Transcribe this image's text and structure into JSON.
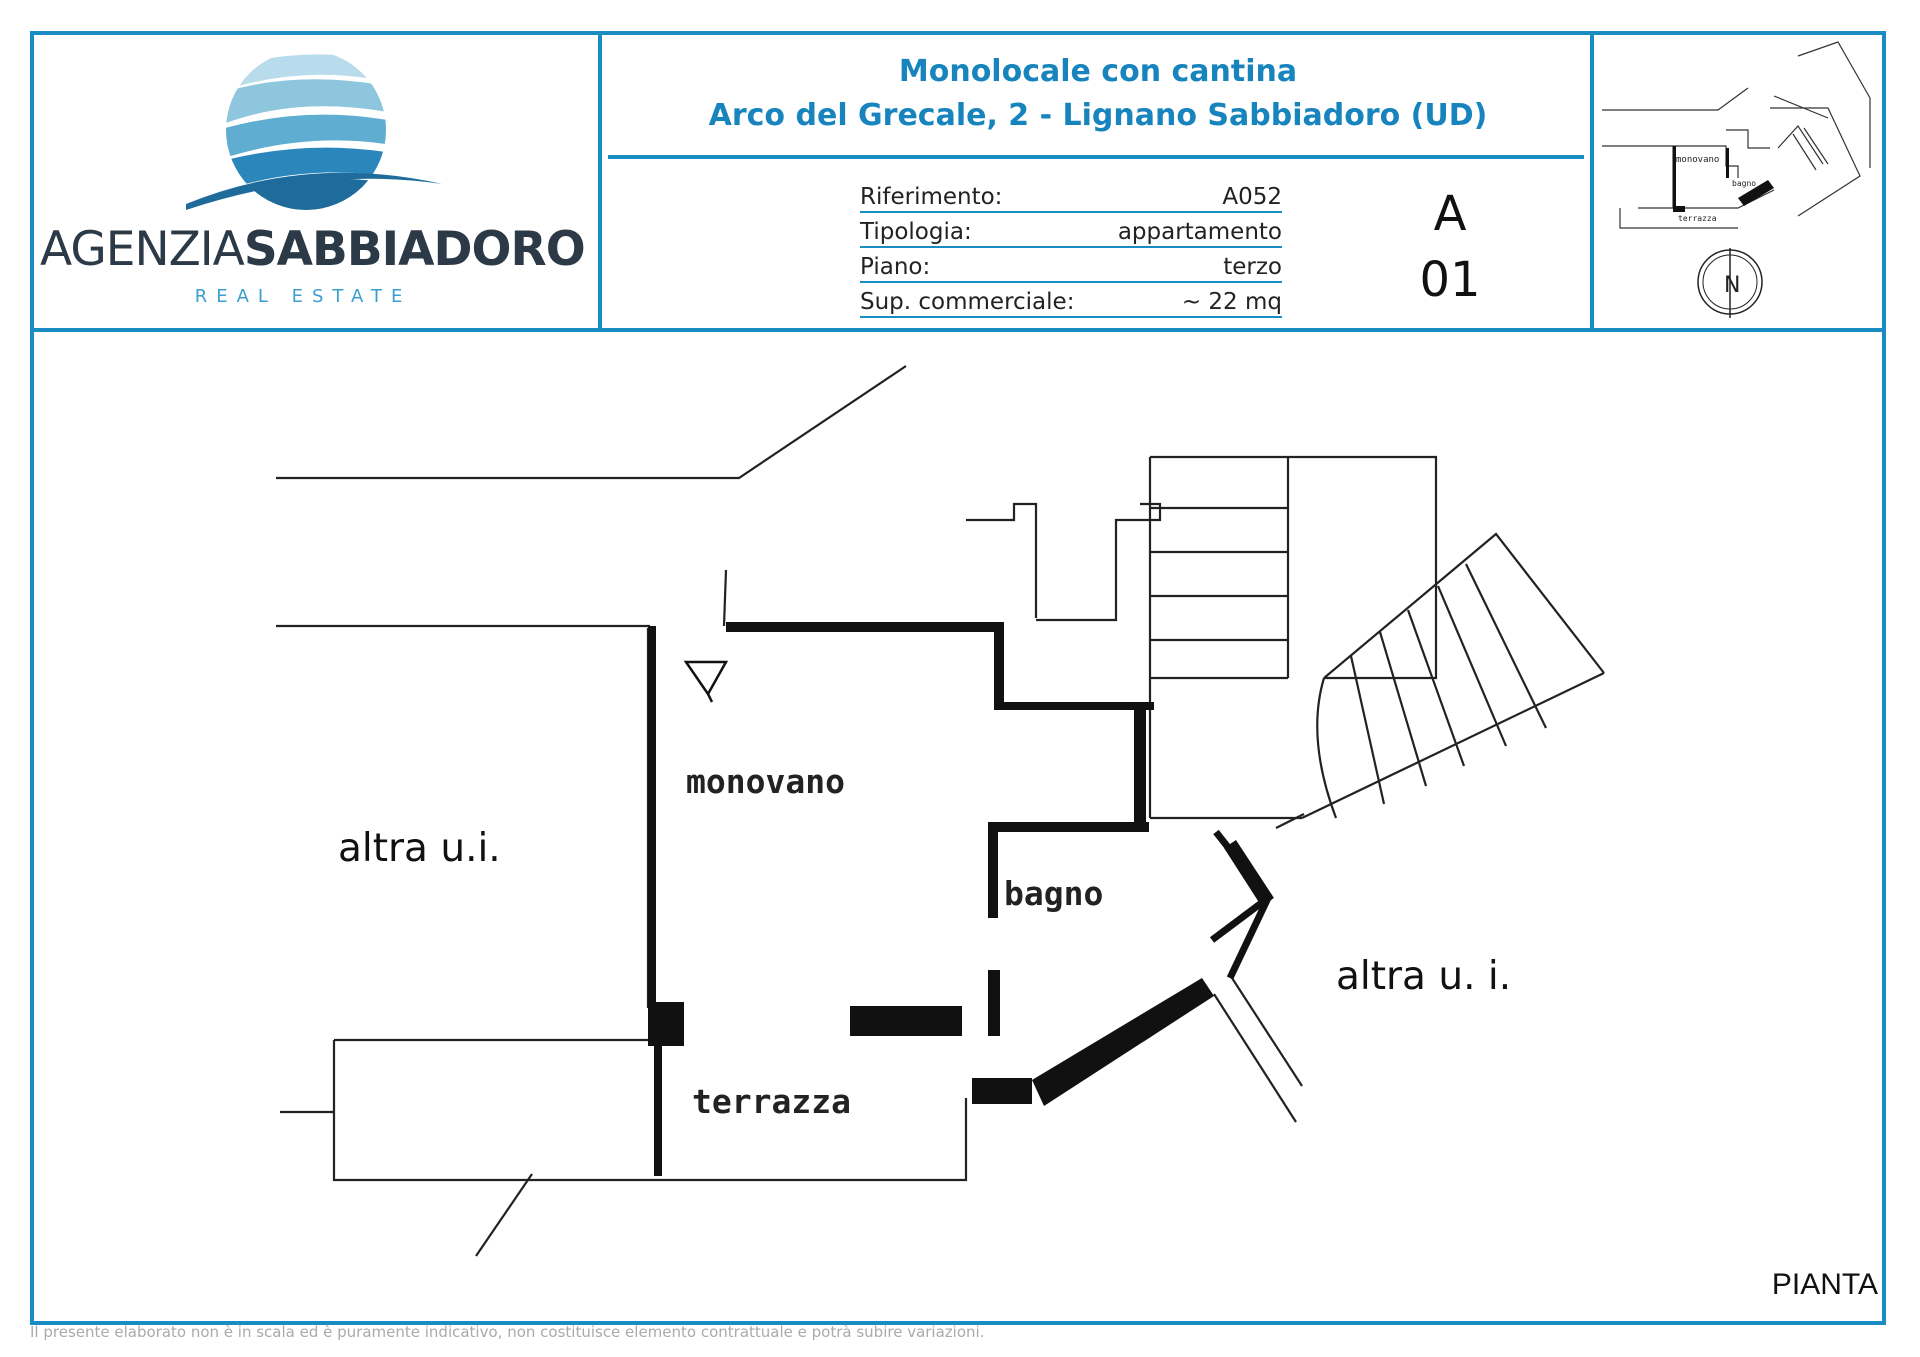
{
  "brand": {
    "name_light": "AGENZIA",
    "name_bold": "SABBIADORO",
    "tagline": "REAL ESTATE"
  },
  "header": {
    "title": "Monolocale con cantina",
    "address": "Arco del Grecale, 2 - Lignano Sabbiadoro (UD)"
  },
  "specs": [
    {
      "label": "Riferimento:",
      "value": "A052"
    },
    {
      "label": "Tipologia:",
      "value": "appartamento"
    },
    {
      "label": "Piano:",
      "value": "terzo"
    },
    {
      "label": "Sup. commerciale:",
      "value": "~ 22 mq"
    }
  ],
  "code": {
    "letter": "A",
    "number": "01"
  },
  "thumbnail": {
    "rooms": [
      "monovano",
      "bagno",
      "terrazza"
    ],
    "north": "N"
  },
  "plan": {
    "rooms": {
      "main": "monovano",
      "bath": "bagno",
      "terrace": "terrazza"
    },
    "neighbors": {
      "left": "altra u.i.",
      "right": "altra u. i."
    },
    "view_label": "PIANTA"
  },
  "colors": {
    "accent": "#1a8cc4",
    "logo_light": "#8ec6de",
    "logo_dark": "#1f6c9c"
  },
  "disclaimer": "Il presente elaborato non è in scala ed è puramente indicativo, non costituisce elemento contrattuale e potrà subire variazioni."
}
